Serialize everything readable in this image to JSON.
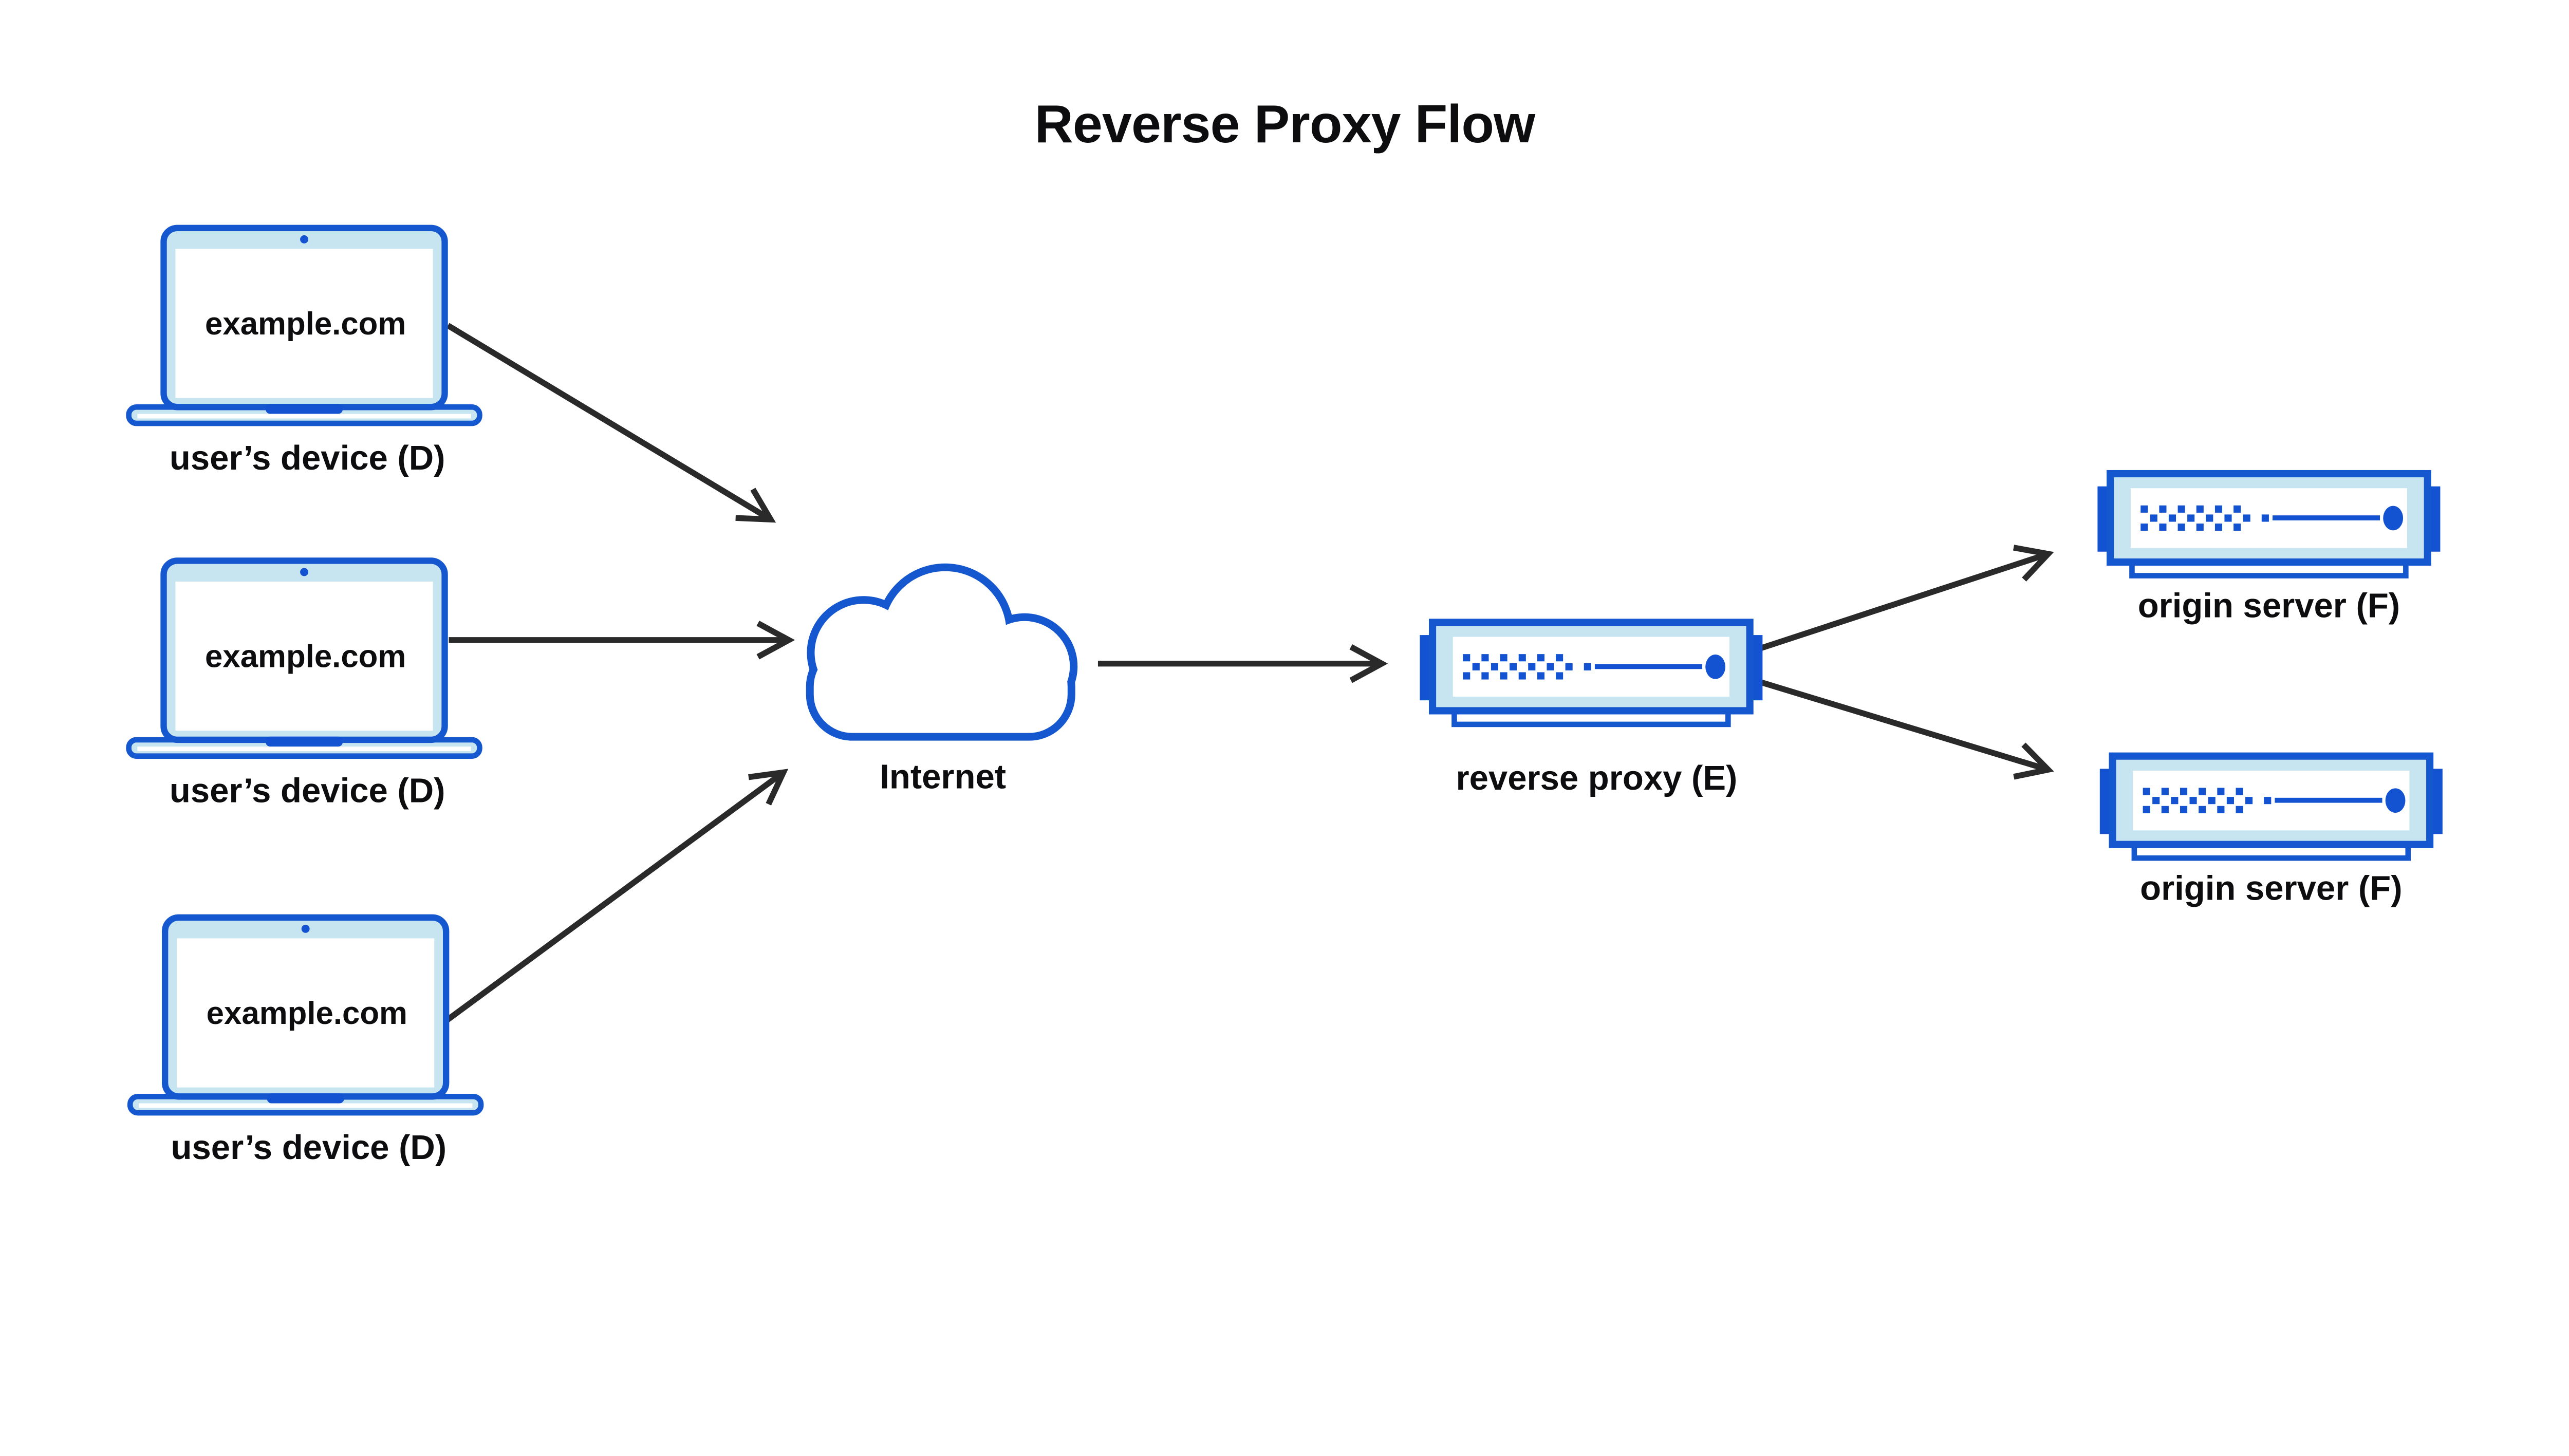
{
  "title": "Reverse Proxy Flow",
  "colors": {
    "accent_blue": "#1557CE",
    "solid_blue": "#1353D1",
    "light_blue": "#C7E4F1",
    "arrow": "#2A2A2A",
    "text": "#0D0D0F",
    "background": "#FFFFFF"
  },
  "icons": {
    "device": "laptop-icon",
    "internet": "cloud-icon",
    "proxy": "rack-server-icon",
    "origin": "rack-server-icon"
  },
  "devices": [
    {
      "screen_text": "example.com",
      "label": "user’s device (D)"
    },
    {
      "screen_text": "example.com",
      "label": "user’s device (D)"
    },
    {
      "screen_text": "example.com",
      "label": "user’s device (D)"
    }
  ],
  "internet": {
    "label": "Internet"
  },
  "proxy": {
    "label": "reverse proxy (E)"
  },
  "origins": [
    {
      "label": "origin server (F)"
    },
    {
      "label": "origin server (F)"
    }
  ]
}
